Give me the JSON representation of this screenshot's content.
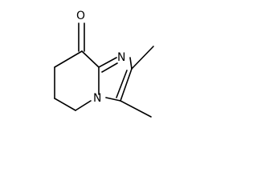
{
  "molecule": {
    "atoms": {
      "oxygen": "O",
      "n_imine": "N",
      "n_bridge": "N"
    }
  },
  "colors": {
    "background": "#ffffff",
    "ink": "#000000"
  }
}
